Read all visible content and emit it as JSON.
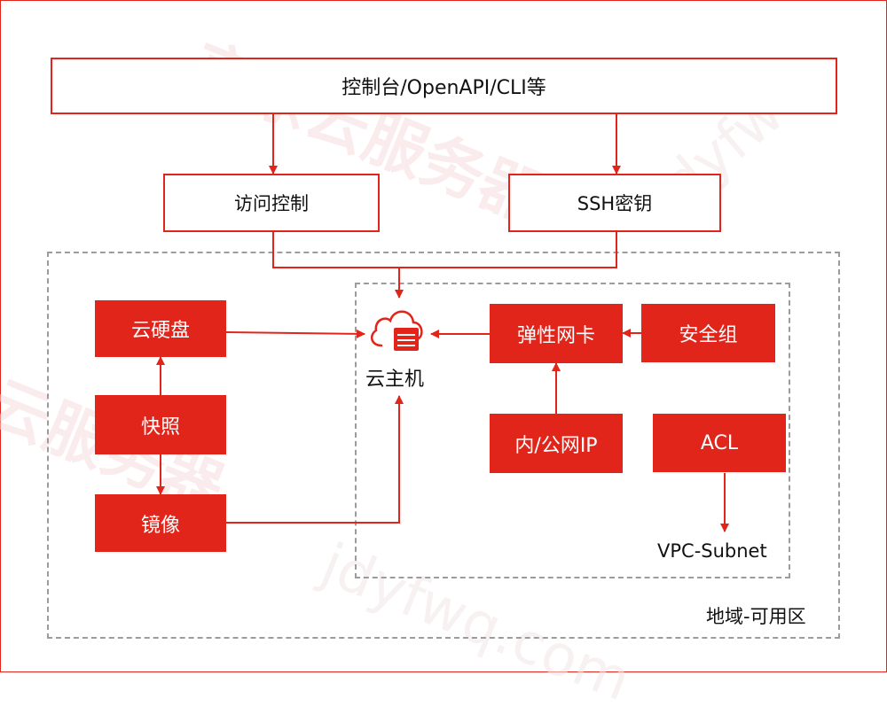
{
  "top_bar": {
    "label": "控制台/OpenAPI/CLI等"
  },
  "access_control": {
    "label": "访问控制"
  },
  "ssh_key": {
    "label": "SSH密钥"
  },
  "region": {
    "label": "地域-可用区"
  },
  "vpc": {
    "label": "VPC-Subnet"
  },
  "cloud_host": {
    "label": "云主机",
    "icon": "cloud-server-icon"
  },
  "storage": {
    "disk": "云硬盘",
    "snapshot": "快照",
    "image": "镜像"
  },
  "network": {
    "eni": "弹性网卡",
    "security_group": "安全组",
    "ip": "内/公网IP",
    "acl": "ACL"
  },
  "watermark": {
    "cn_top": "京东云服务器",
    "cn_left": "云服务器",
    "url_right": "jdyfwq.",
    "url_bottom": "jdyfwq.com"
  },
  "colors": {
    "accent": "#e1251b",
    "dashed_border": "#9c9c9c"
  }
}
